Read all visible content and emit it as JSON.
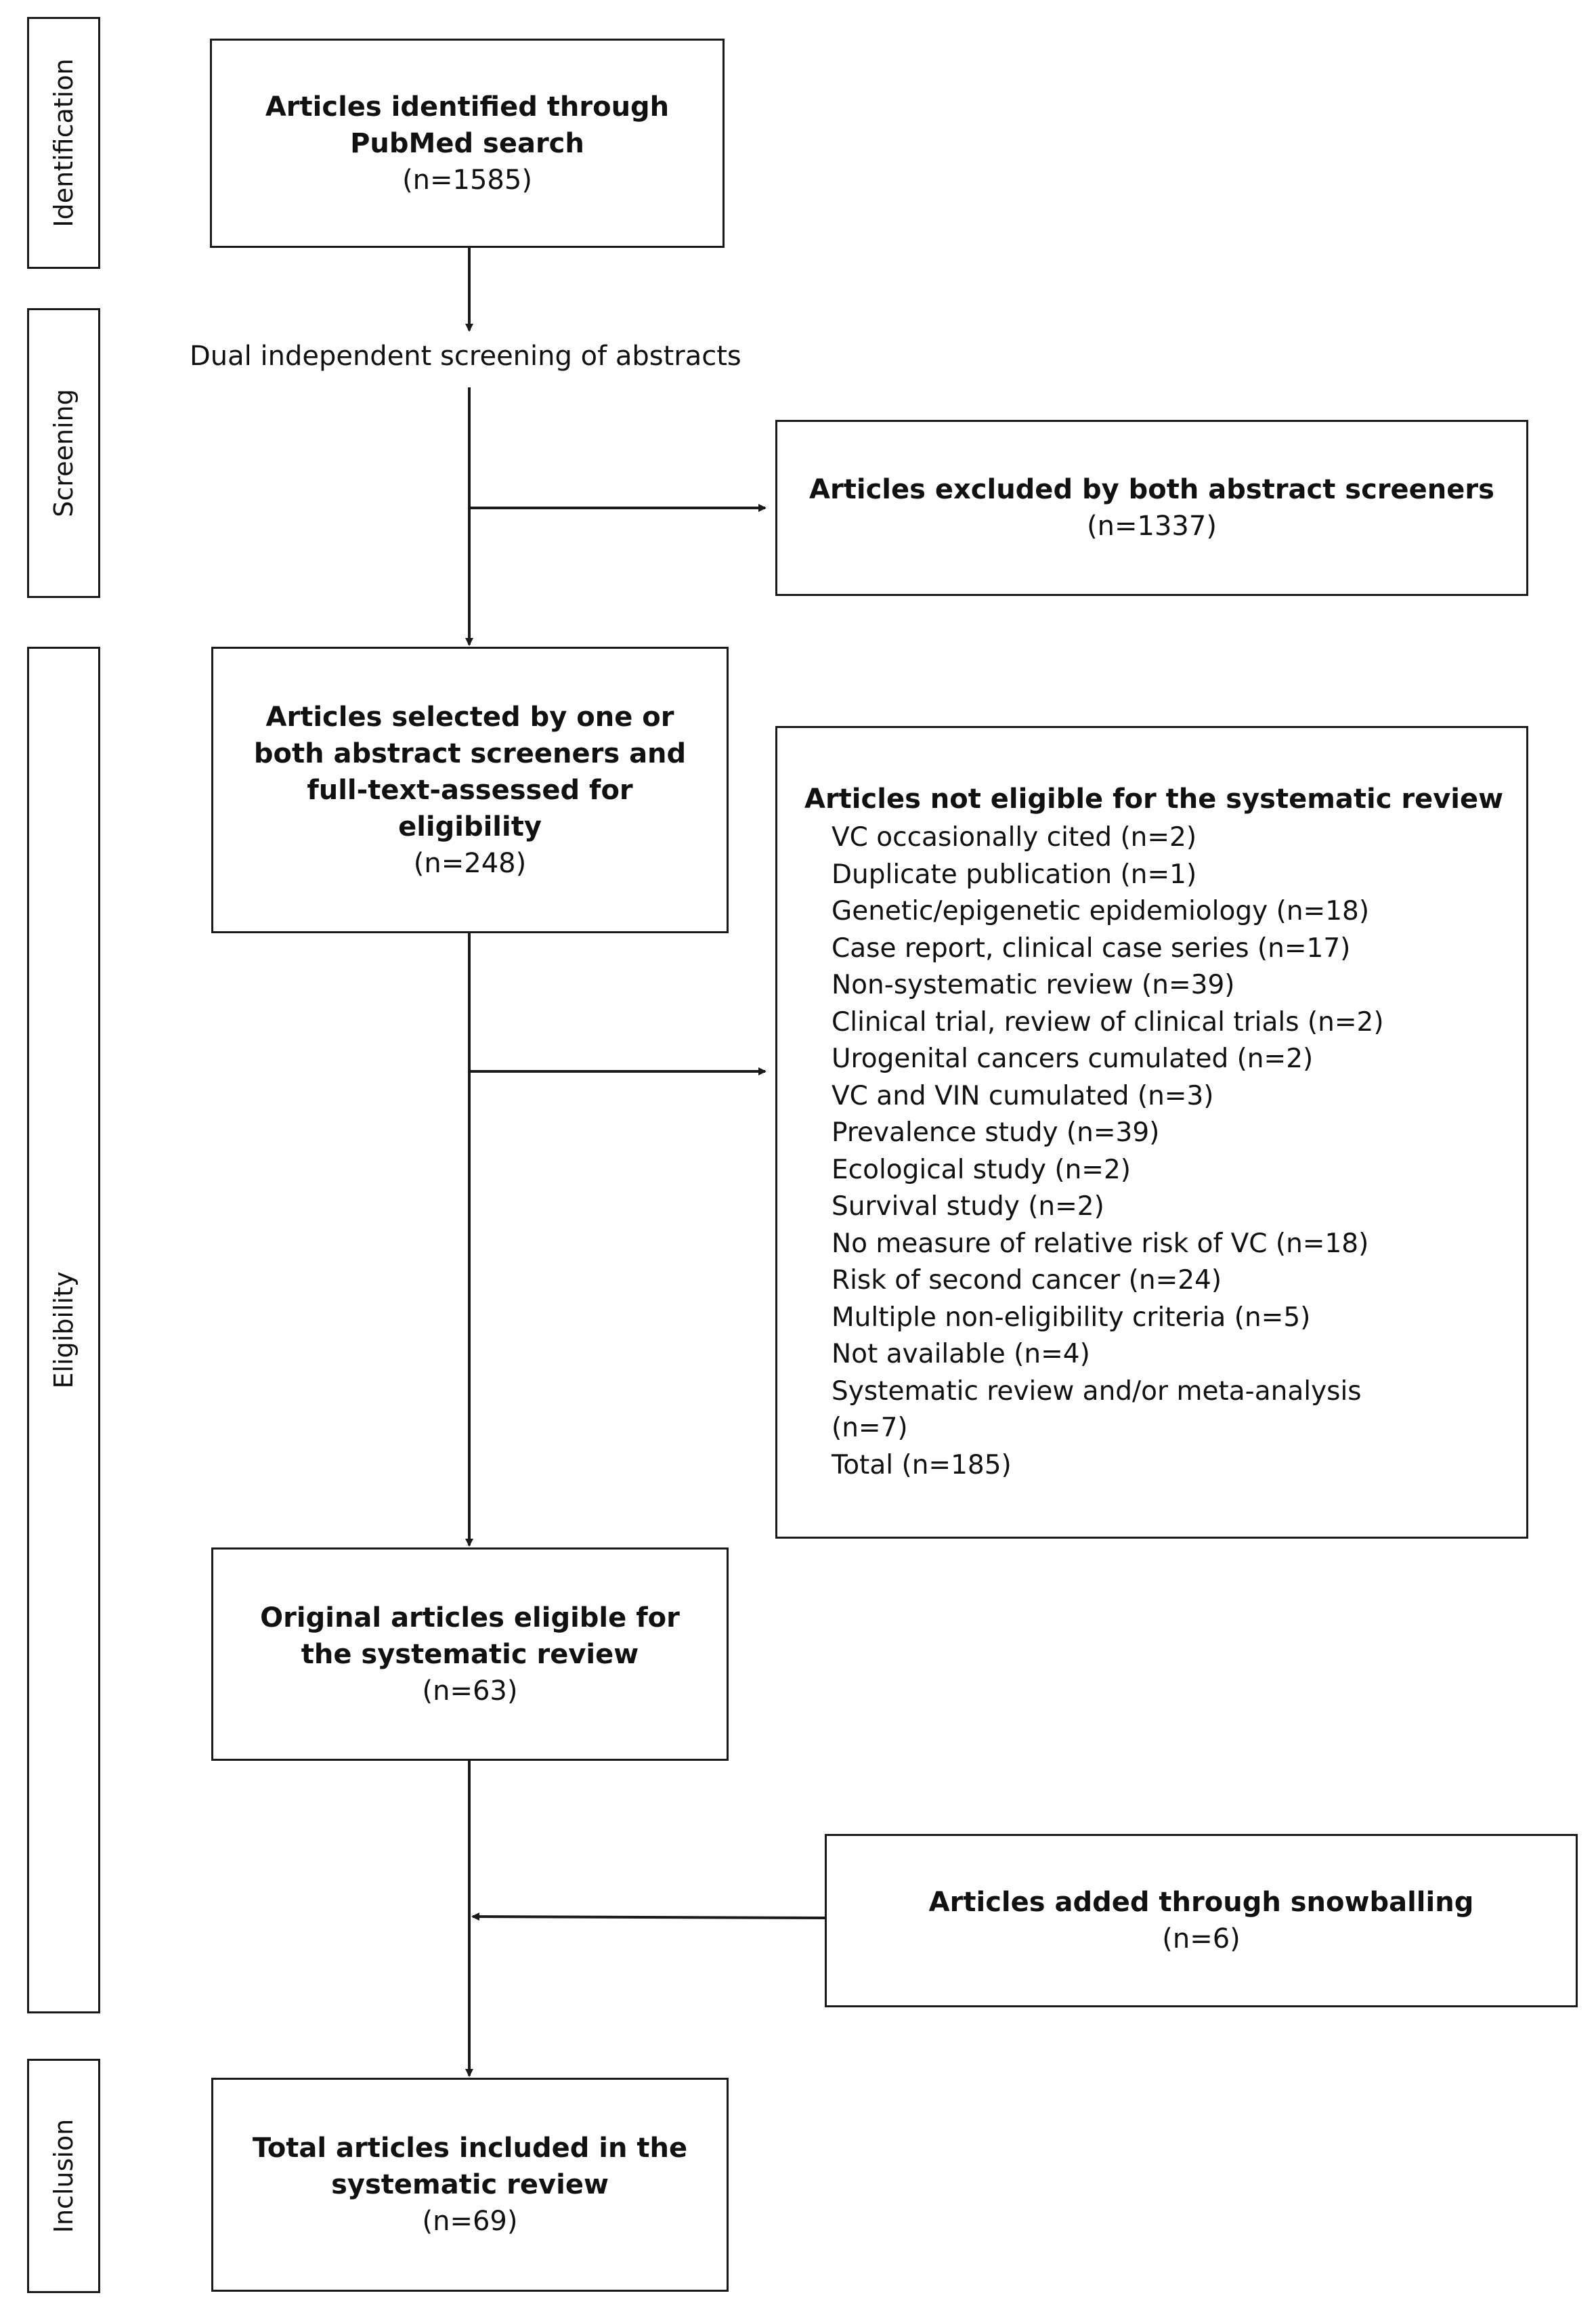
{
  "stages": {
    "identification": "Identification",
    "screening": "Screening",
    "eligibility": "Eligibility",
    "inclusion": "Inclusion"
  },
  "identified": {
    "title_line1": "Articles identified through",
    "title_line2": "PubMed search",
    "count": "(n=1585)"
  },
  "screening_step": "Dual independent screening of abstracts",
  "excluded_abstract": {
    "title": "Articles excluded by both abstract screeners",
    "count": "(n=1337)"
  },
  "selected": {
    "line1": "Articles selected by one or",
    "line2": "both abstract screeners and",
    "line3": "full-text-assessed for",
    "line4": "eligibility",
    "count": "(n=248)"
  },
  "not_eligible": {
    "title": "Articles not eligible for the systematic review",
    "reasons": [
      "VC occasionally cited (n=2)",
      "Duplicate publication (n=1)",
      "Genetic/epigenetic epidemiology (n=18)",
      "Case report, clinical case series (n=17)",
      "Non-systematic review (n=39)",
      "Clinical trial, review of clinical trials (n=2)",
      "Urogenital cancers cumulated (n=2)",
      "VC and VIN cumulated (n=3)",
      "Prevalence study (n=39)",
      "Ecological study (n=2)",
      "Survival study (n=2)",
      "No measure of relative risk of VC (n=18)",
      "Risk of second cancer (n=24)",
      "Multiple non-eligibility criteria (n=5)",
      "Not available (n=4)",
      "Systematic review and/or meta-analysis",
      "(n=7)",
      "Total (n=185)"
    ]
  },
  "eligible": {
    "line1": "Original articles eligible for",
    "line2": "the systematic review",
    "count": "(n=63)"
  },
  "snowball": {
    "title": "Articles added through snowballing",
    "count": "(n=6)"
  },
  "included": {
    "line1": "Total articles included in the",
    "line2": "systematic review",
    "count": "(n=69)"
  },
  "colors": {
    "stroke": "#1a1a1a",
    "background": "#ffffff"
  }
}
